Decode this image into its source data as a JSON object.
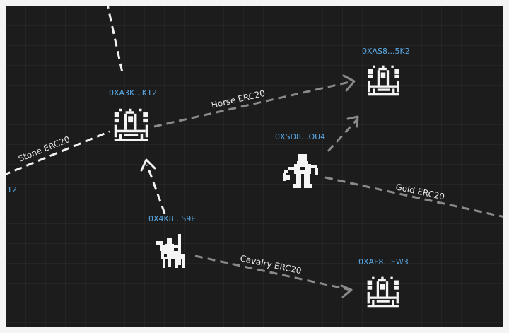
{
  "nodes": {
    "castle_main": {
      "address": "0XA3K...K12",
      "icon": "castle-icon"
    },
    "castle_top_right": {
      "address": "0XAS8...5K2",
      "icon": "castle-icon"
    },
    "worker": {
      "address": "0XSD8...OU4",
      "icon": "worker-icon"
    },
    "knight": {
      "address": "0X4K8...S9E",
      "icon": "knight-on-horse-icon"
    },
    "castle_bottom_right": {
      "address": "0XAF8...EW3",
      "icon": "castle-icon"
    },
    "offscreen_left": {
      "address": "12"
    }
  },
  "edges": {
    "stone": "Stone ERC20",
    "horse": "Horse ERC20",
    "gold": "Gold ERC20",
    "cavalry": "Cavalry ERC20"
  },
  "colors": {
    "background": "#1c1c1c",
    "address": "#5aa9e6",
    "edge_bright": "#f2f2f2",
    "edge_dim": "#8a8a8a"
  }
}
